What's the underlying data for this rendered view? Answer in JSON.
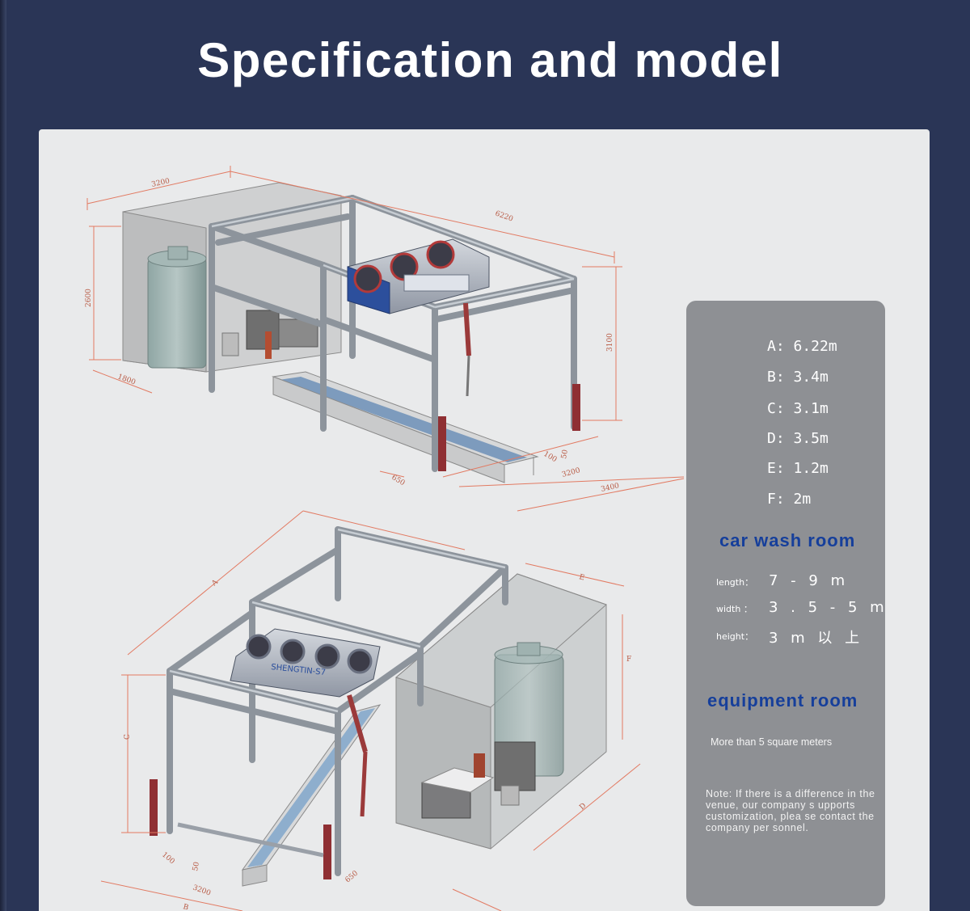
{
  "title": "Specification and model",
  "specs": [
    "A: 6.22m",
    "B: 3.4m",
    "C: 3.1m",
    "D: 3.5m",
    "E: 1.2m",
    "F: 2m"
  ],
  "car_wash_room": {
    "heading": "car wash room",
    "rows": [
      {
        "label": "length：",
        "value": "7 - 9 m"
      },
      {
        "label": "width ：",
        "value": "3 . 5 - 5 m"
      },
      {
        "label": "height：",
        "value": "3 m 以 上"
      }
    ]
  },
  "equipment_room": {
    "heading": "equipment room",
    "text": "More than 5 square meters"
  },
  "note": "Note: If there is a difference in the venue, our company s upports customization, plea se contact the company per sonnel.",
  "top_dims": [
    "3200",
    "6220",
    "2600",
    "3100",
    "1800",
    "100",
    "50",
    "650",
    "3200",
    "3400"
  ],
  "bottom_dims": [
    "A",
    "E",
    "F",
    "C",
    "D",
    "100",
    "50",
    "3200",
    "650",
    "B"
  ],
  "machine_brand": "SHENGTIN-S7",
  "colors": {
    "background": "#2a3556",
    "panel": "#e9eaeb",
    "spec_box": "#8e9094",
    "heading": "#163f9b"
  }
}
